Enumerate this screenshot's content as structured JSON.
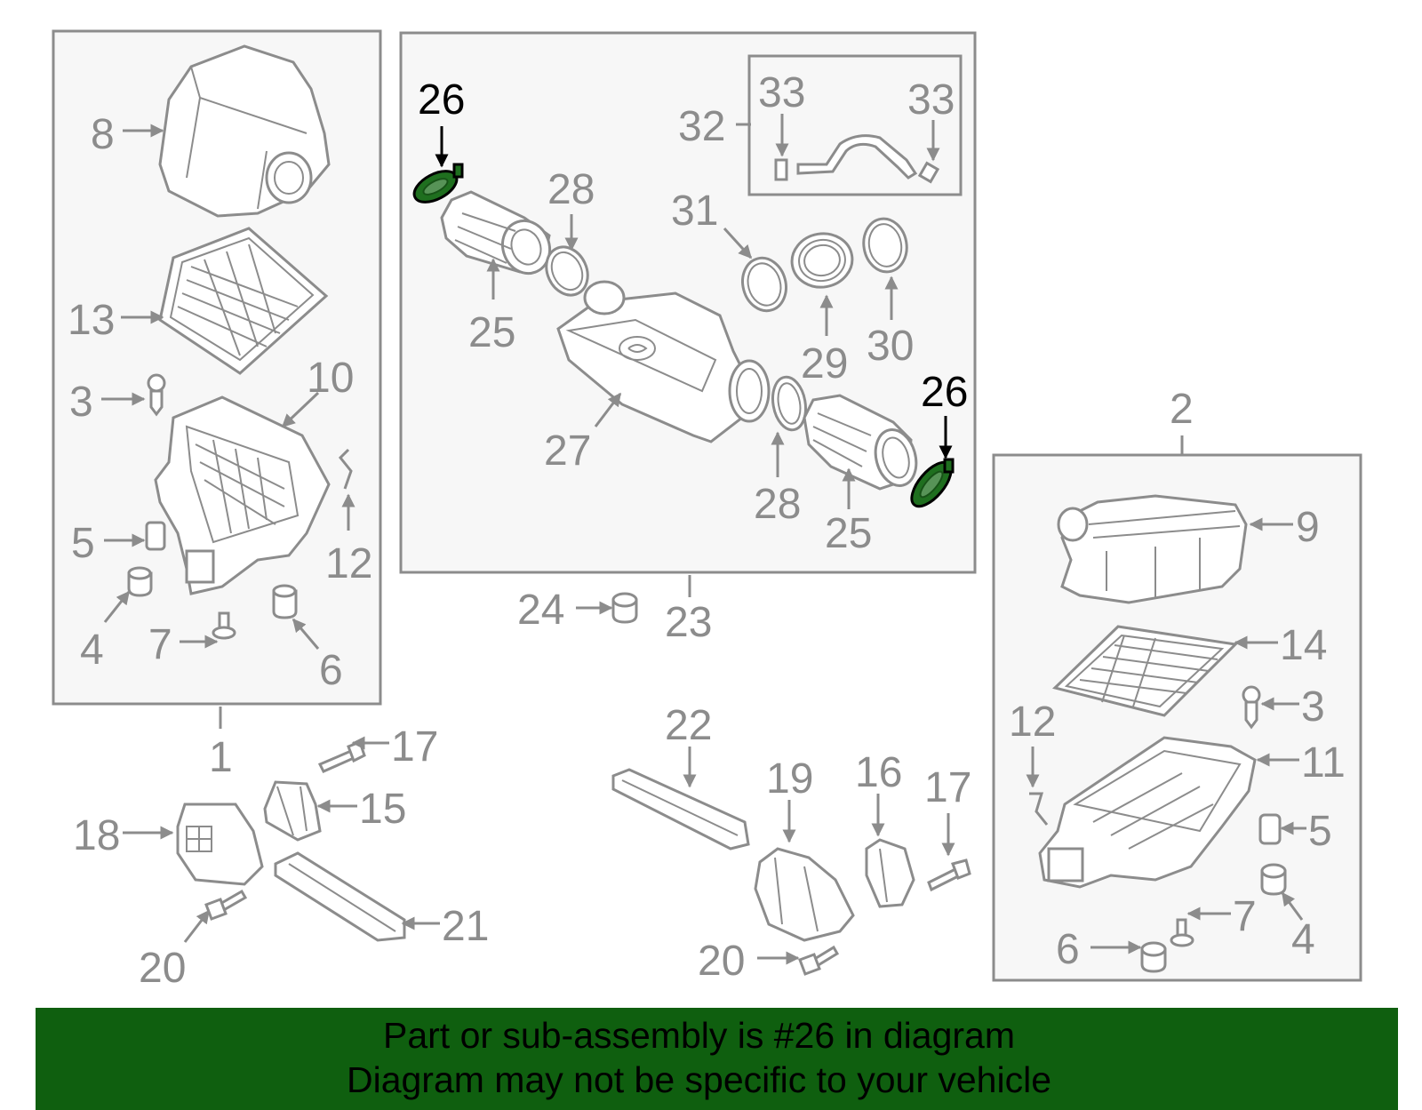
{
  "labels": {
    "l1": "1",
    "l2": "2",
    "l3a": "3",
    "l3b": "3",
    "l4a": "4",
    "l4b": "4",
    "l5a": "5",
    "l5b": "5",
    "l6a": "6",
    "l6b": "6",
    "l7a": "7",
    "l7b": "7",
    "l8": "8",
    "l9": "9",
    "l10": "10",
    "l11": "11",
    "l12a": "12",
    "l12b": "12",
    "l13": "13",
    "l14": "14",
    "l15": "15",
    "l16": "16",
    "l17a": "17",
    "l17b": "17",
    "l18": "18",
    "l19": "19",
    "l20a": "20",
    "l20b": "20",
    "l21": "21",
    "l22": "22",
    "l23": "23",
    "l24": "24",
    "l25a": "25",
    "l25b": "25",
    "l26a": "26",
    "l26b": "26",
    "l27": "27",
    "l28a": "28",
    "l28b": "28",
    "l29": "29",
    "l30": "30",
    "l31": "31",
    "l32": "32",
    "l33a": "33",
    "l33b": "33"
  },
  "highlight": {
    "part_number": "26",
    "color": "#1f6f1f"
  },
  "banner": {
    "line1": "Part or sub-assembly is #26 in diagram",
    "line2": "Diagram may not be specific to your vehicle",
    "background": "#0f5f0f"
  }
}
